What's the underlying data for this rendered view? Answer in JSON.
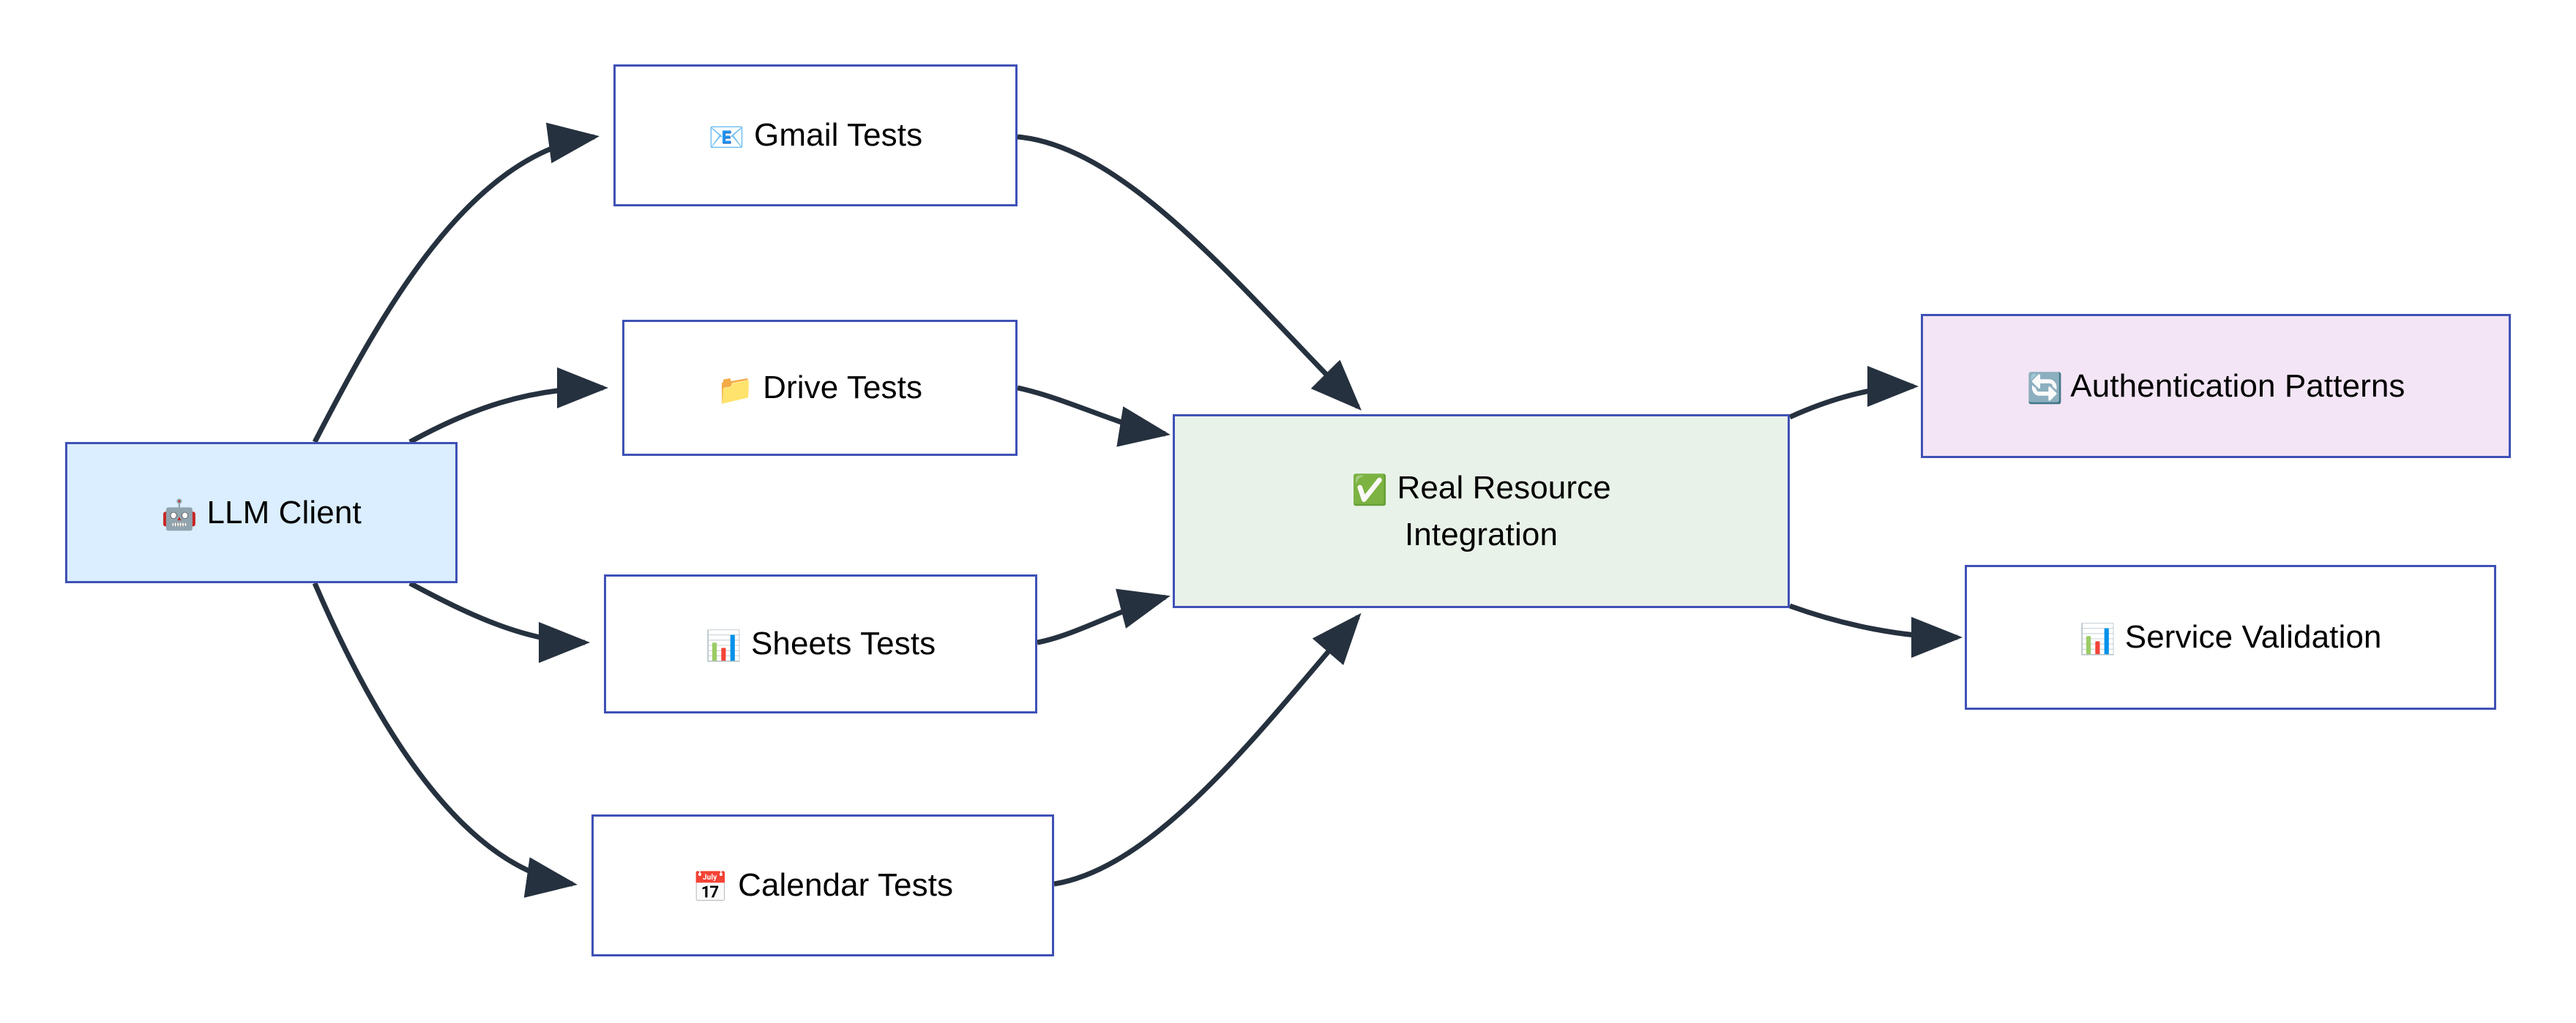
{
  "diagram": {
    "type": "flowchart",
    "direction": "left-to-right",
    "background": "#ffffff",
    "edge_color": "#26313f",
    "nodes": [
      {
        "id": "llm_client",
        "emoji": "🤖",
        "emoji_name": "robot-icon",
        "text": "LLM Client",
        "fill": "#daeeff",
        "stroke": "#3f51b5"
      },
      {
        "id": "gmail_tests",
        "emoji": "📧",
        "emoji_name": "email-icon",
        "text": "Gmail Tests",
        "fill": "#ffffff",
        "stroke": "#3f51b5"
      },
      {
        "id": "drive_tests",
        "emoji": "📁",
        "emoji_name": "folder-icon",
        "text": "Drive Tests",
        "fill": "#ffffff",
        "stroke": "#3f51b5"
      },
      {
        "id": "sheets_tests",
        "emoji": "📊",
        "emoji_name": "bar-chart-icon",
        "text": "Sheets Tests",
        "fill": "#ffffff",
        "stroke": "#3f51b5"
      },
      {
        "id": "calendar_tests",
        "emoji": "📅",
        "emoji_name": "calendar-icon",
        "text": "Calendar Tests",
        "fill": "#ffffff",
        "stroke": "#3f51b5"
      },
      {
        "id": "real_resource",
        "emoji": "✅",
        "emoji_name": "check-mark-button-icon",
        "text": "Real Resource\nIntegration",
        "fill": "#e9f2e9",
        "stroke": "#3f51b5"
      },
      {
        "id": "auth_patterns",
        "emoji": "🔄",
        "emoji_name": "counterclockwise-arrows-icon",
        "text": "Authentication Patterns",
        "fill": "#f3e5f5",
        "stroke": "#3f51b5"
      },
      {
        "id": "service_validation",
        "emoji": "📊",
        "emoji_name": "bar-chart-icon",
        "text": "Service Validation",
        "fill": "#ffffff",
        "stroke": "#3f51b5"
      }
    ],
    "edges": [
      {
        "from": "llm_client",
        "to": "gmail_tests",
        "label": ""
      },
      {
        "from": "llm_client",
        "to": "drive_tests",
        "label": ""
      },
      {
        "from": "llm_client",
        "to": "sheets_tests",
        "label": ""
      },
      {
        "from": "llm_client",
        "to": "calendar_tests",
        "label": ""
      },
      {
        "from": "gmail_tests",
        "to": "real_resource",
        "label": ""
      },
      {
        "from": "drive_tests",
        "to": "real_resource",
        "label": ""
      },
      {
        "from": "sheets_tests",
        "to": "real_resource",
        "label": ""
      },
      {
        "from": "calendar_tests",
        "to": "real_resource",
        "label": ""
      },
      {
        "from": "real_resource",
        "to": "auth_patterns",
        "label": ""
      },
      {
        "from": "real_resource",
        "to": "service_validation",
        "label": ""
      }
    ]
  }
}
